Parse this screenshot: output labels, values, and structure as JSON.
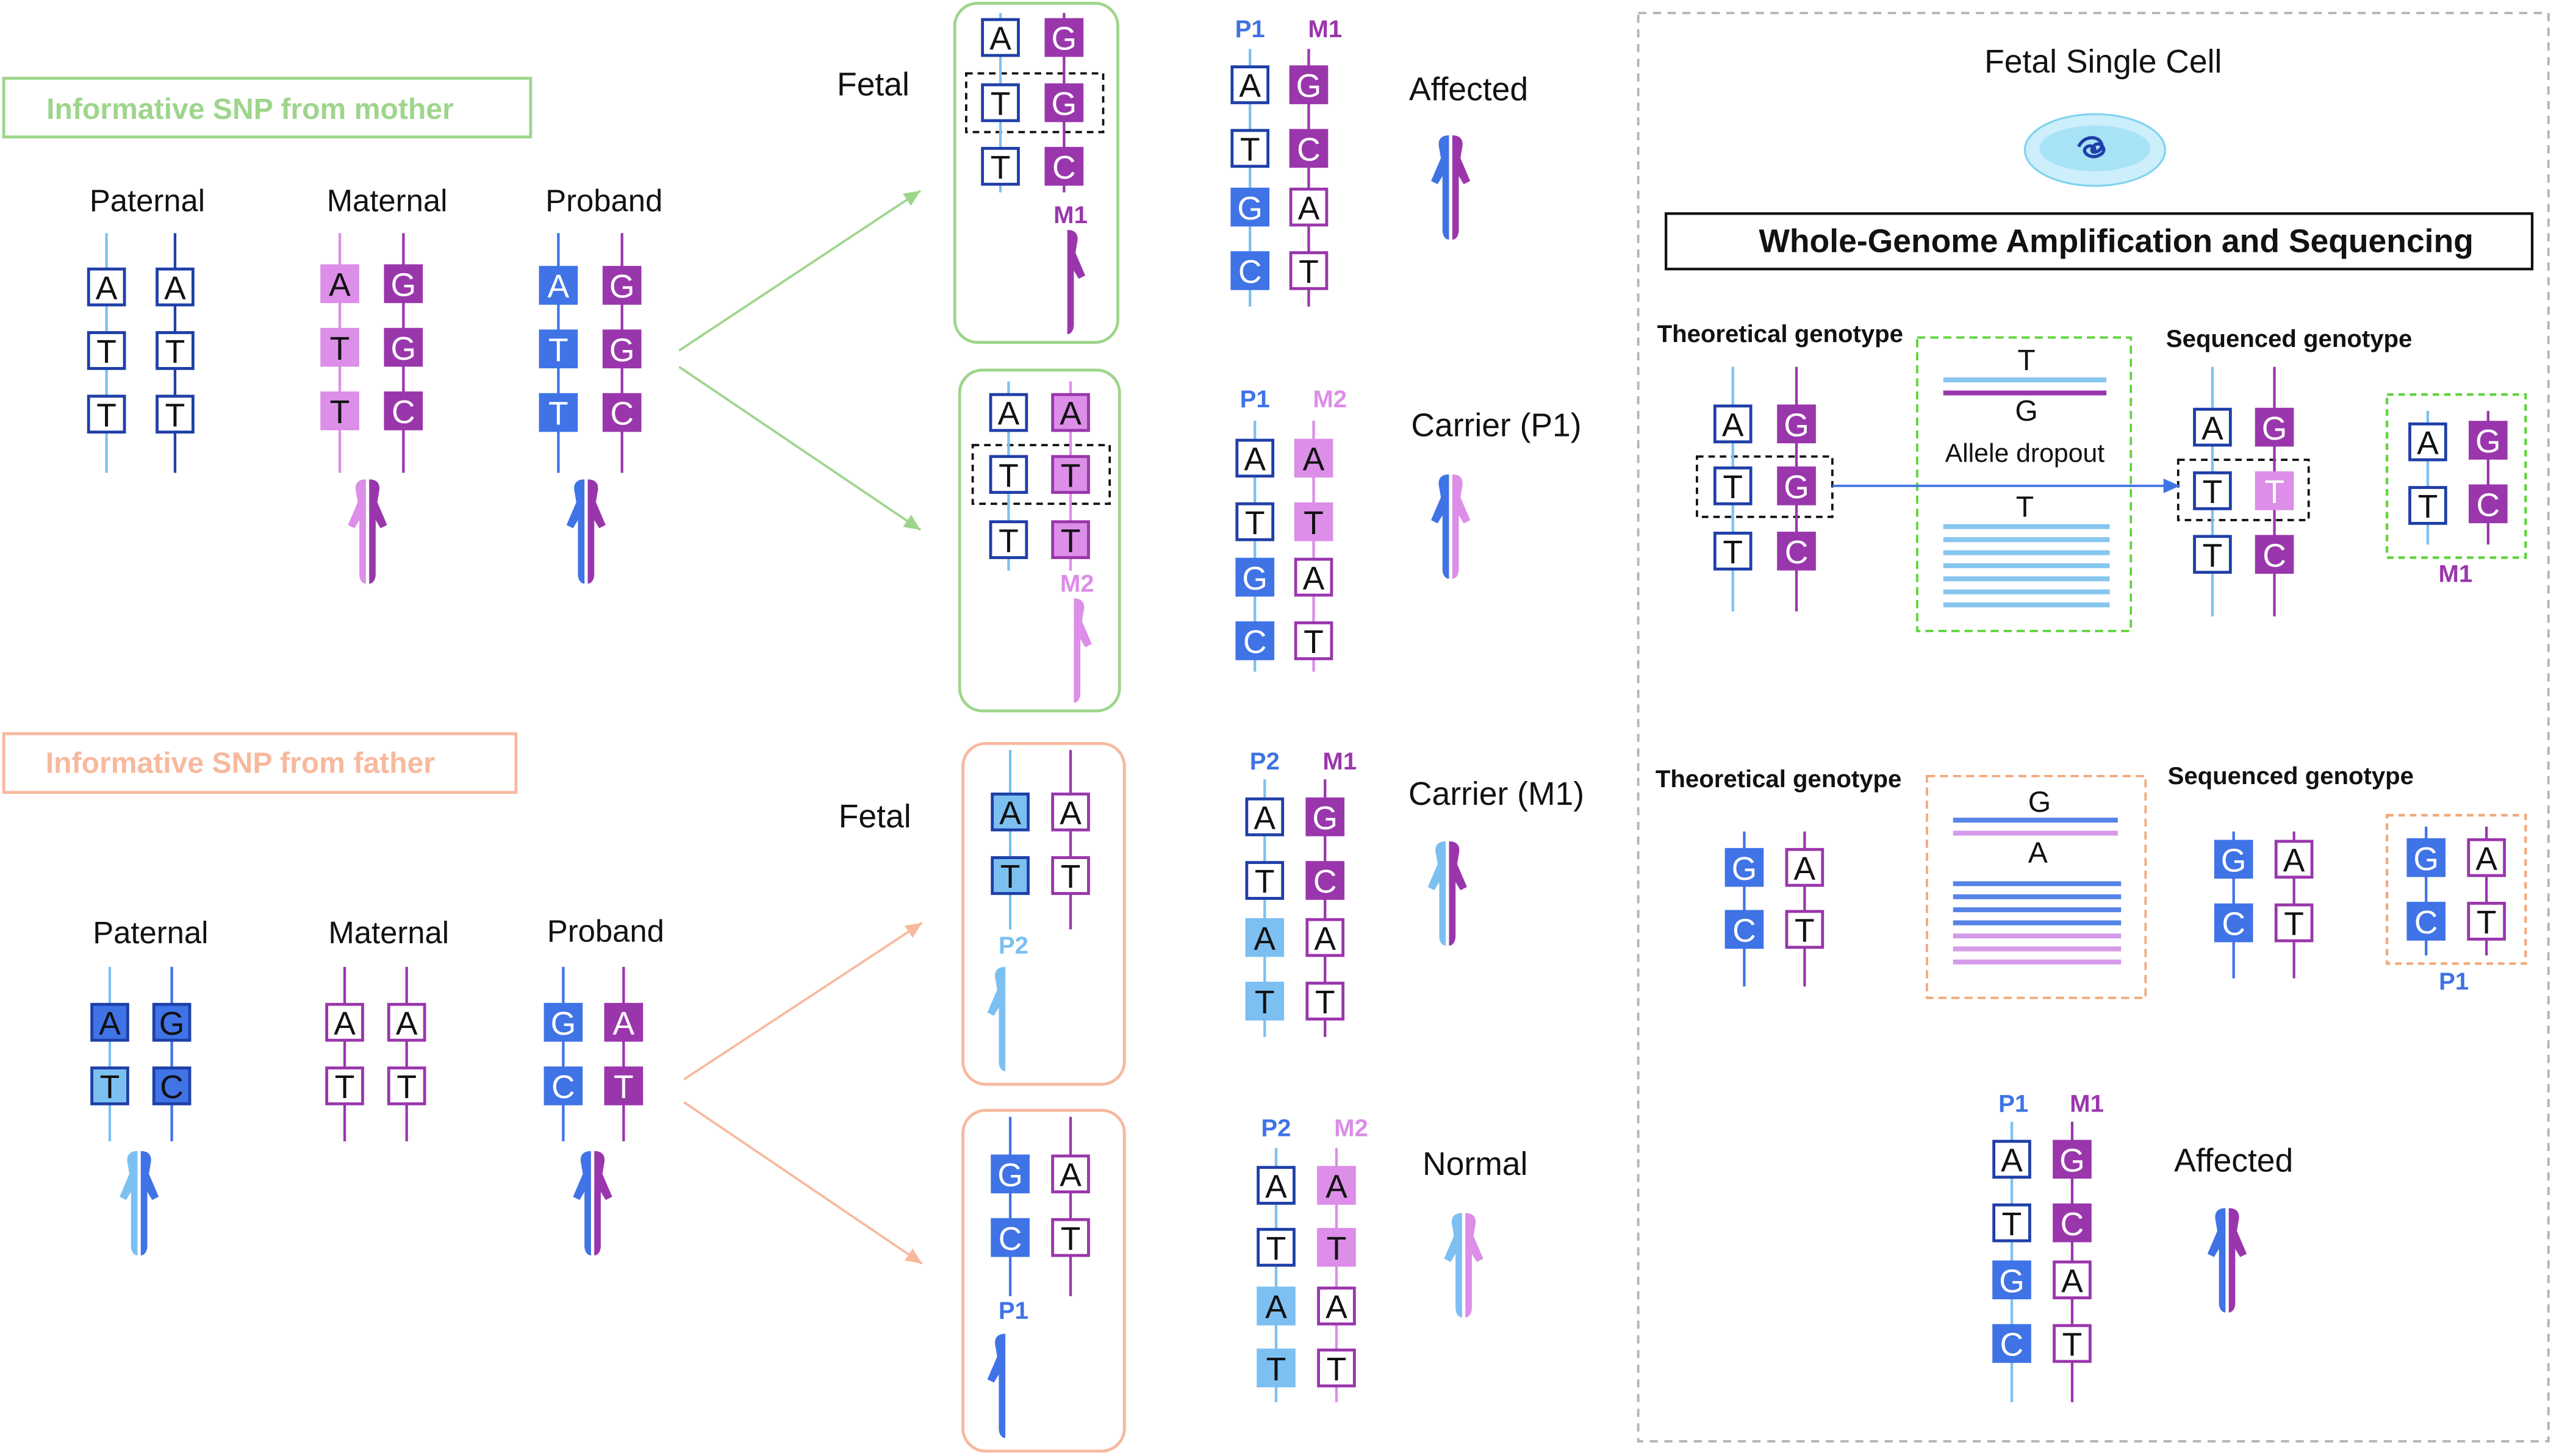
{
  "colors": {
    "paternal_blue": "#3f73e6",
    "paternal_light": "#7cc0f2",
    "maternal_purple": "#9a36ac",
    "maternal_light": "#dc8ee8",
    "navy": "#1f3fa8",
    "green": "#9ed58c",
    "salmon": "#f7b99e",
    "ado_green": "#5fd43c",
    "ado_salmon": "#f2a97a",
    "read_blue": "#86c6ef",
    "read_deep_blue": "#5683e6",
    "read_pink": "#d59ae8"
  },
  "labels": {
    "snp_mother": "Informative SNP from mother",
    "snp_father": "Informative SNP from father",
    "paternal": "Paternal",
    "maternal": "Maternal",
    "proband": "Proband",
    "fetal": "Fetal",
    "fetal_single_cell": "Fetal Single Cell",
    "wga_seq": "Whole-Genome Amplification and Sequencing",
    "theoretical": "Theoretical genotype",
    "sequenced": "Sequenced genotype",
    "allele_dropout": "Allele dropout",
    "hap_P1": "P1",
    "hap_P2": "P2",
    "hap_M1": "M1",
    "hap_M2": "M2",
    "affected": "Affected",
    "carrier_p1": "Carrier (P1)",
    "carrier_m1": "Carrier (M1)",
    "normal": "Normal"
  },
  "bases": {
    "A": "A",
    "T": "T",
    "G": "G",
    "C": "C"
  }
}
